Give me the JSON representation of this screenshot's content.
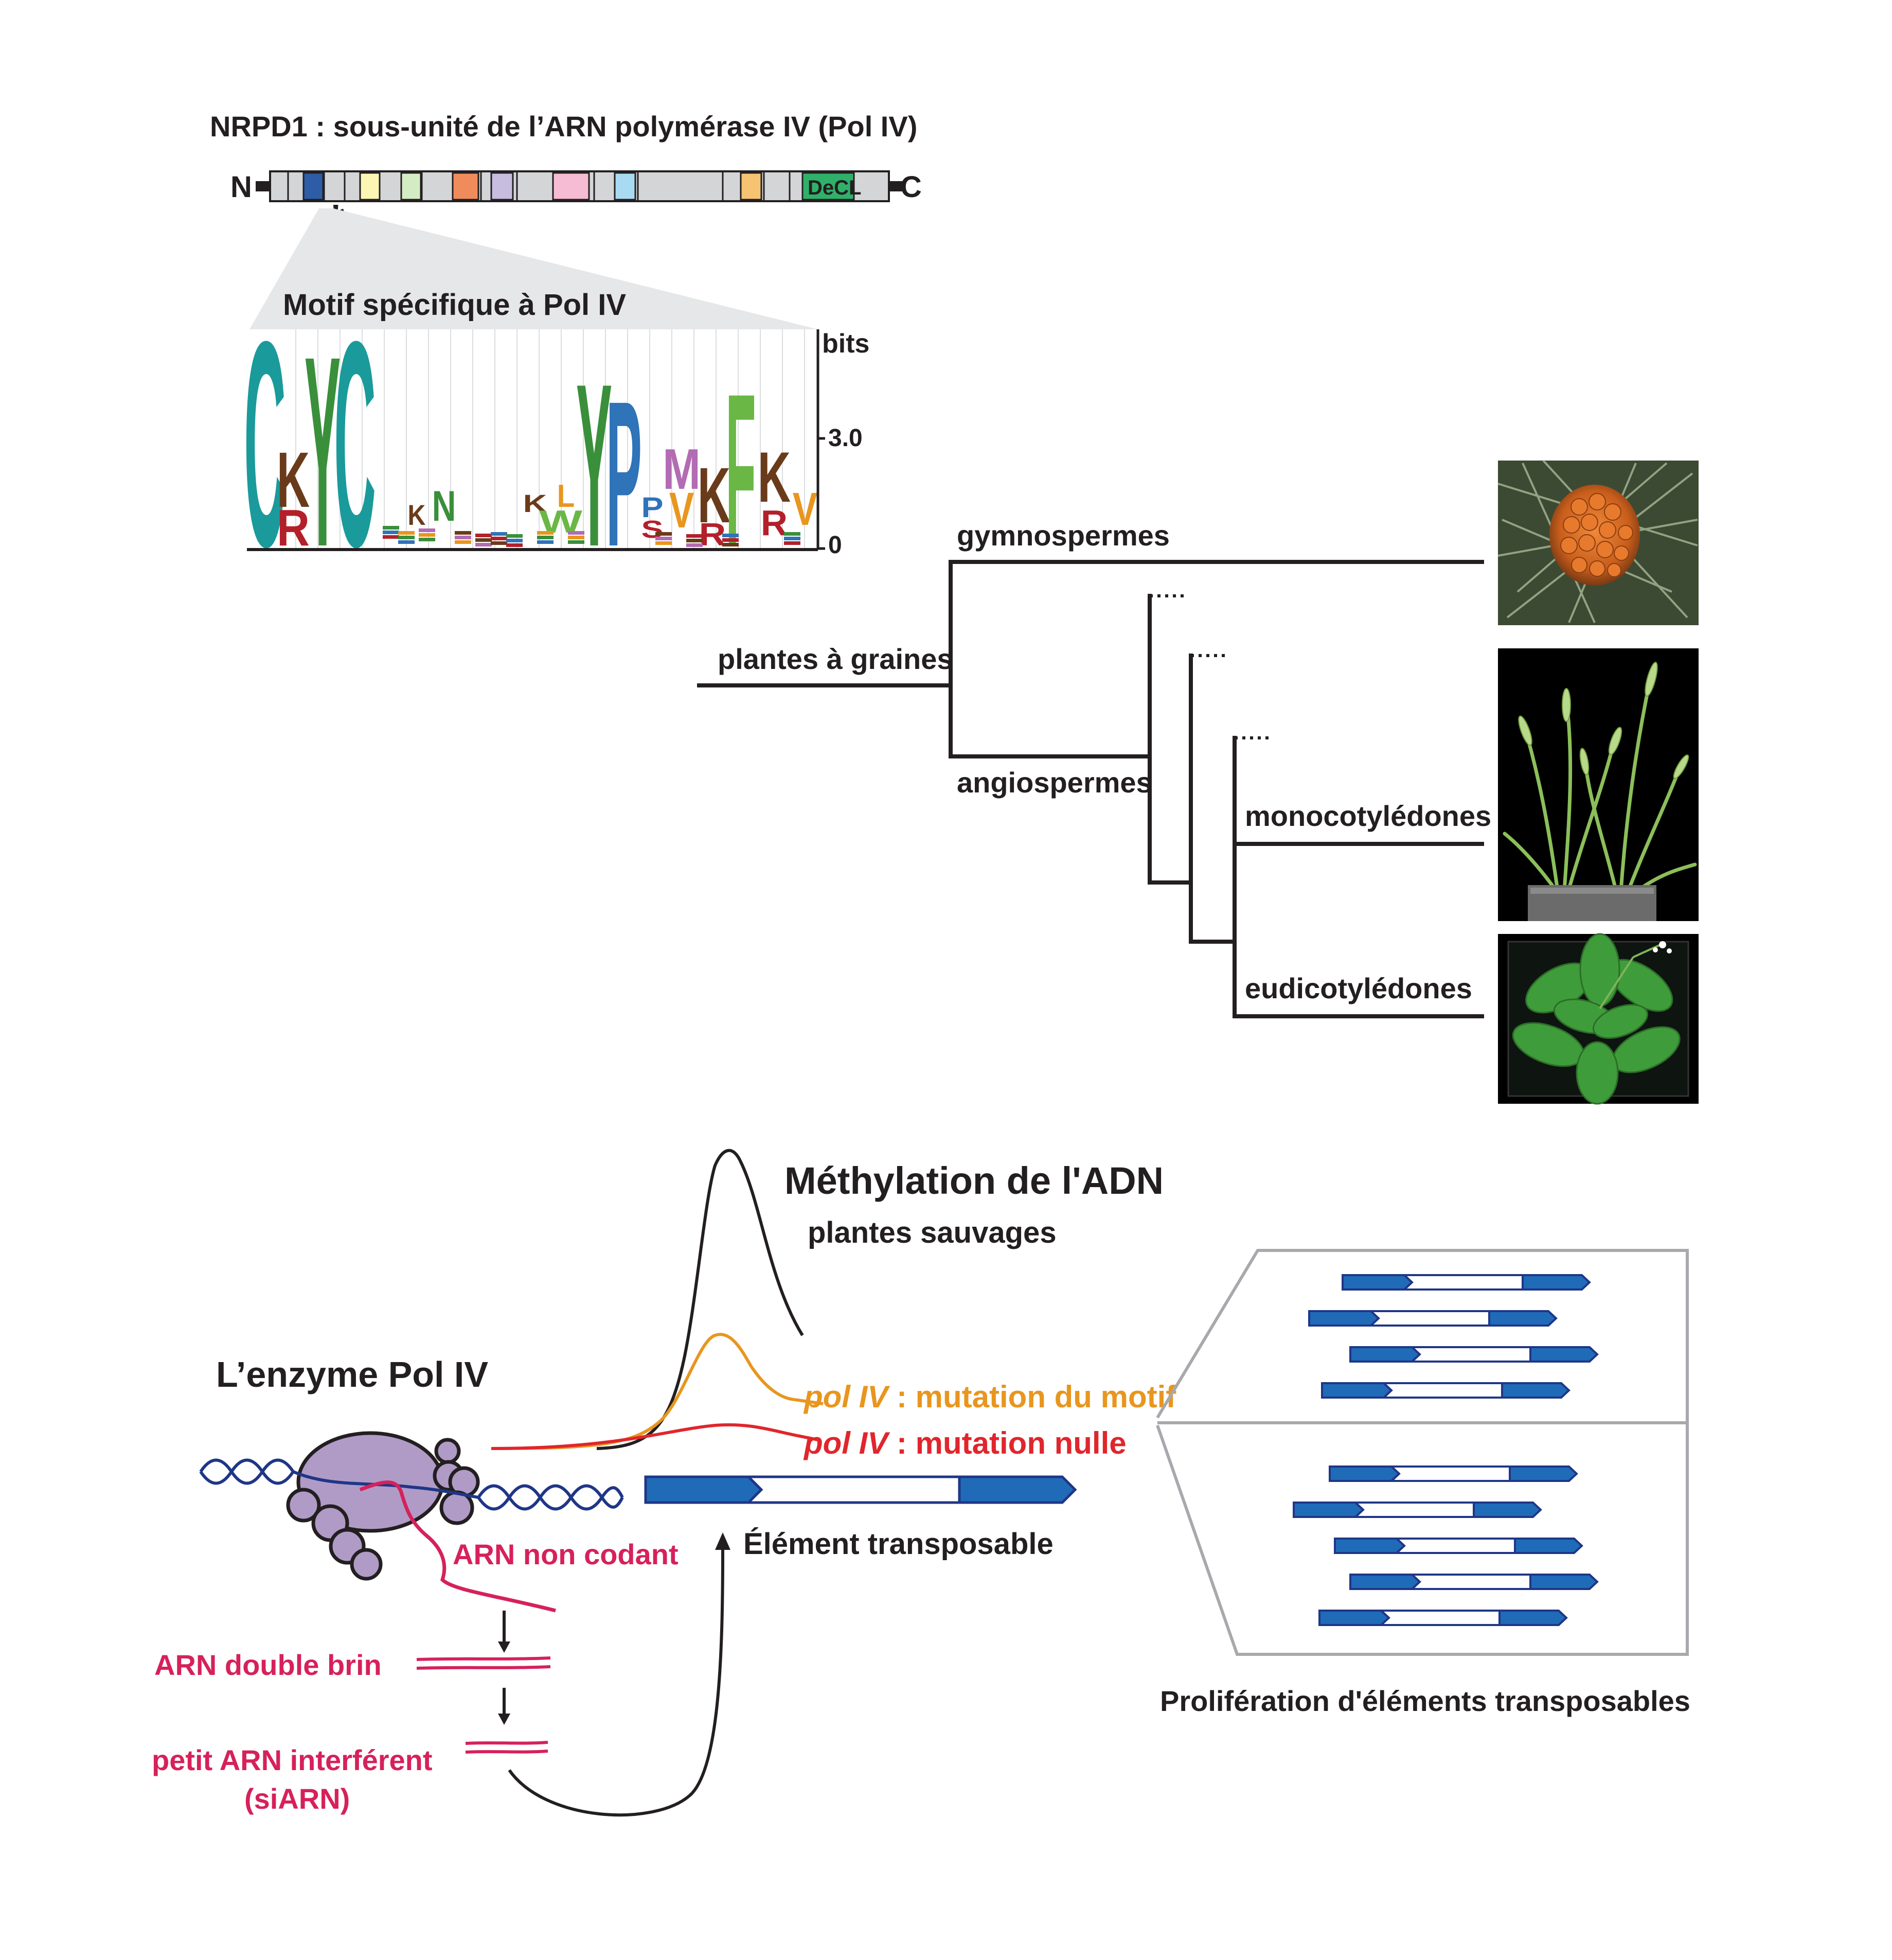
{
  "protein": {
    "title": "NRPD1 : sous-unité de l’ARN polymérase IV (Pol IV)",
    "n_label": "N",
    "c_label": "C",
    "domain_label": "DeCL",
    "asterisk": "*",
    "domain_colors": [
      "#2e5da8",
      "#fbf6b4",
      "#d4ecc4",
      "#f08c5c",
      "#c6bddf",
      "#f5bcd3",
      "#a8dbf1",
      "#f6c372",
      "#2fb16a"
    ]
  },
  "logo": {
    "title": "Motif spécifique à Pol IV",
    "y_unit": "bits",
    "y_tick_top": "3.0",
    "y_tick_zero": "0",
    "letters": [
      "C",
      "K",
      "R",
      "Y",
      "C",
      "K",
      "N",
      "K",
      "L",
      "W",
      "Y",
      "P",
      "M",
      "V",
      "K",
      "R",
      "F",
      "K",
      "R",
      "V",
      "S",
      "P"
    ],
    "colors": {
      "teal": "#1a9a9b",
      "brown": "#6a3b1a",
      "green": "#3a8f3b",
      "blue": "#2f73b9",
      "magenta": "#b36bb3",
      "red": "#b3202a",
      "orange": "#e8961e",
      "lime": "#6ab745"
    }
  },
  "tree": {
    "root": "plantes à graines",
    "gymno": "gymnospermes",
    "angio": "angiospermes",
    "mono": "monocotylédones",
    "eudi": "eudicotylédones",
    "photos": [
      "pine-cone-photo",
      "grass-plant-photo",
      "arabidopsis-photo"
    ]
  },
  "bottom": {
    "enzyme_title": "L’enzyme Pol IV",
    "methylation_title": "Méthylation de l'ADN",
    "wild_label": "plantes sauvages",
    "motif_gene": "pol IV",
    "motif_text": " : mutation du motif",
    "null_gene": "pol IV",
    "null_text": " : mutation nulle",
    "te_label": "Élément transposable",
    "rna_noncoding": "ARN non codant",
    "dsrna": "ARN double brin",
    "sirna_1": "petit ARN interférent",
    "sirna_2": "(siARN)",
    "proliferation": "Prolifération d'éléments transposables"
  }
}
